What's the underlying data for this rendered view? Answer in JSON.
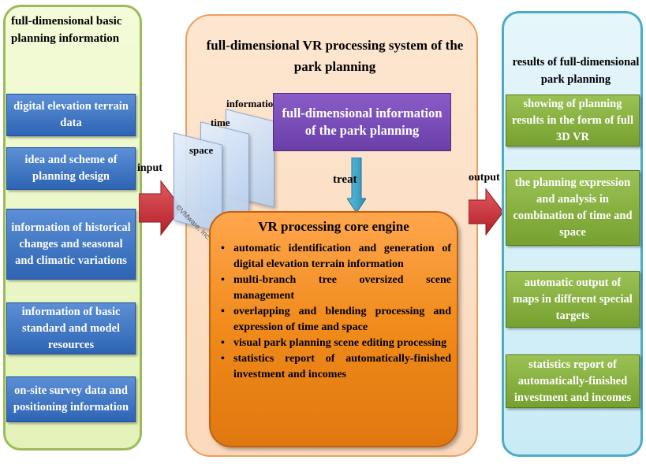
{
  "left": {
    "title": "full-dimensional basic planning information",
    "items": [
      "digital elevation terrain data",
      "idea and scheme of planning design",
      "information of historical changes and seasonal and climatic variations",
      "information of basic standard and model resources",
      "on-site survey data and positioning information"
    ]
  },
  "center": {
    "title": "full-dimensional VR processing system of the park planning",
    "layers": [
      "space",
      "time",
      "information"
    ],
    "watermark": "©VMware, Inc.",
    "info_box": "full-dimensional information of the park planning",
    "treat_label": "treat",
    "engine_title": "VR processing core engine",
    "engine_items": [
      "automatic identification and generation of digital elevation terrain information",
      "multi-branch tree oversized scene management",
      "overlapping and blending processing and expression of time and space",
      "visual park planning scene editing processing",
      "statistics report of automatically-finished investment and incomes"
    ]
  },
  "input_label": "input",
  "output_label": "output",
  "right": {
    "title": "results of full-dimensional park planning",
    "items": [
      "showing of planning results in the form of full 3D VR",
      "the planning expression and analysis in combination of time and space",
      "automatic output of maps in different special targets",
      "statistics report of automatically-finished investment and incomes"
    ]
  },
  "colors": {
    "left_panel_border": "#9bbb59",
    "left_box": "#2d64b3",
    "center_panel": "#fbd9bc",
    "info_box": "#6a3fa8",
    "engine": "#f08a1a",
    "right_panel_border": "#4bacc6",
    "right_box": "#76a12f",
    "arrow_red": "#c0282d",
    "arrow_blue": "#3aa3c8"
  }
}
